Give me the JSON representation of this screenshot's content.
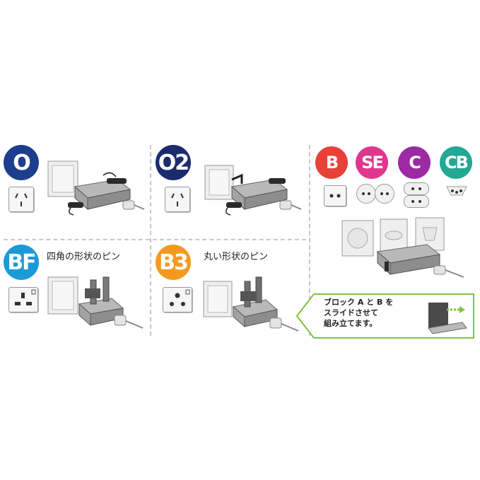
{
  "panels": {
    "o": {
      "badge": "O",
      "color": "#1d3e8c"
    },
    "o2": {
      "badge": "O2",
      "color": "#1c2a6e"
    },
    "bf": {
      "badge": "BF",
      "color": "#1a9bd7",
      "caption": "四角の形状のピン"
    },
    "b3": {
      "badge": "B3",
      "color": "#f39a1e",
      "caption": "丸い形状のピン"
    },
    "multi": {
      "badges": [
        {
          "label": "B",
          "color": "#e8413a"
        },
        {
          "label": "SE",
          "color": "#e0378e"
        },
        {
          "label": "C",
          "color": "#9b2aa3"
        },
        {
          "label": "CB",
          "color": "#22a893"
        }
      ],
      "callout": "ブロック A と B を\nスライドさせて\n組み立てます。",
      "callout_color": "#7fc241"
    }
  }
}
